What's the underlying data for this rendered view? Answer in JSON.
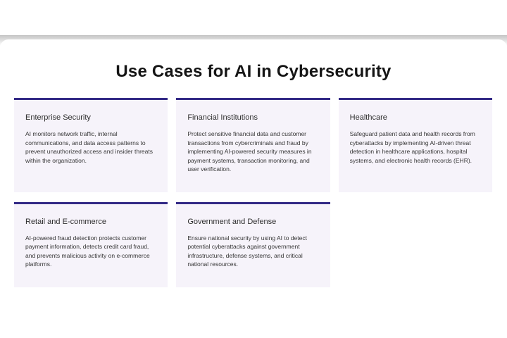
{
  "theme": {
    "accent": "#332a86",
    "card_bg": "#f6f3fa",
    "heading_color": "#151515",
    "card_title_color": "#2e2e2e",
    "card_text_color": "#363636",
    "shadow_color": "#c9c9c9"
  },
  "header": {
    "title": "Use Cases for AI in Cybersecurity"
  },
  "cards": [
    {
      "title": "Enterprise Security",
      "description": "AI monitors network traffic, internal communications, and data access patterns to prevent unauthorized access and insider threats within the organization."
    },
    {
      "title": "Financial Institutions",
      "description": "Protect sensitive financial data and customer transactions from cybercriminals and fraud by implementing AI-powered security measures in payment systems, transaction monitoring, and user verification."
    },
    {
      "title": "Healthcare",
      "description": "Safeguard patient data and health records from cyberattacks by implementing AI-driven threat detection in healthcare applications, hospital systems, and electronic health records (EHR)."
    },
    {
      "title": "Retail and E-commerce",
      "description": "AI-powered fraud detection protects customer payment information, detects credit card fraud, and prevents malicious activity on e-commerce platforms."
    },
    {
      "title": "Government and Defense",
      "description": "Ensure national security by using AI to detect potential cyberattacks against government infrastructure, defense systems, and critical national resources."
    }
  ]
}
